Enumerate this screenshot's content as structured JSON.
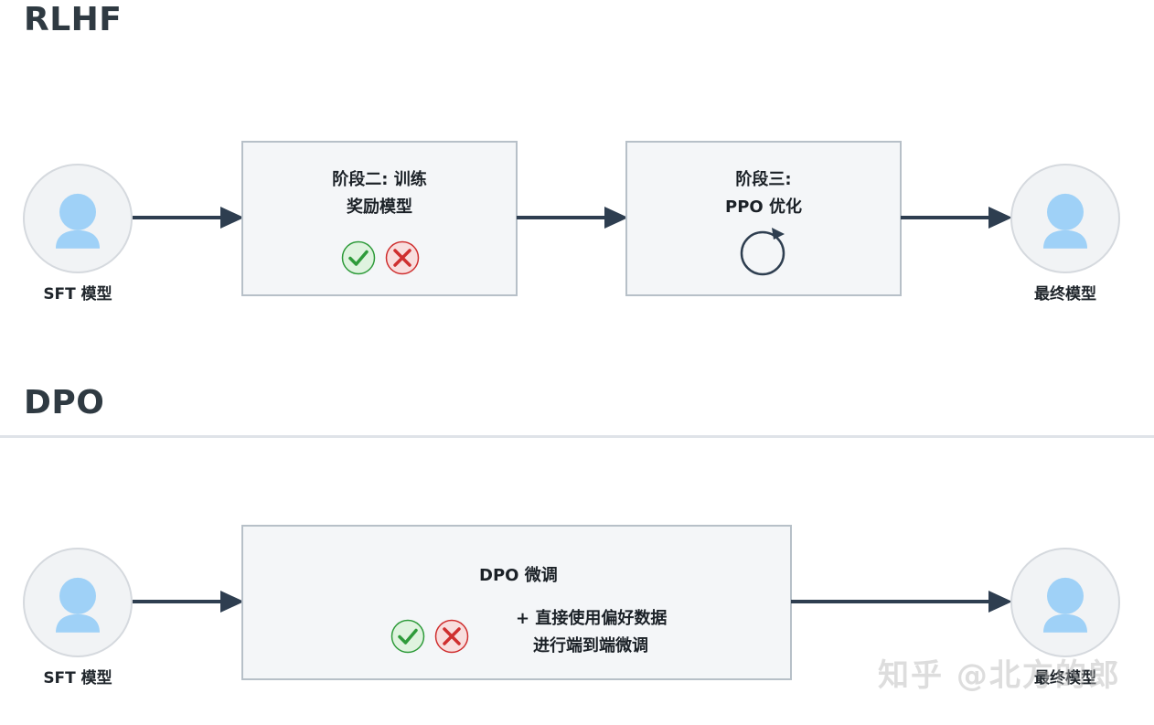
{
  "rlhf": {
    "title": "RLHF",
    "start_label": "SFT 模型",
    "stage_two": {
      "line1": "阶段二: 训练",
      "line2": "奖励模型"
    },
    "stage_three": {
      "line1": "阶段三:",
      "line2": "PPO 优化"
    },
    "end_label": "最终模型"
  },
  "dpo": {
    "title": "DPO",
    "start_label": "SFT 模型",
    "stage": {
      "title": "DPO 微调",
      "note_line1": "+ 直接使用偏好数据",
      "note_line2": "进行端到端微调"
    },
    "end_label": "最终模型"
  },
  "watermark": "知乎 @北方的郎",
  "colors": {
    "arrow": "#2e3e50",
    "node_fill": "#f1f3f5",
    "node_border": "#d5d9de",
    "avatar": "#9fd1f7",
    "box_fill": "#f4f6f8",
    "box_border": "#b7c0c8",
    "check_fill": "#dff3df",
    "check_stroke": "#2e9b3a",
    "cross_fill": "#f8dede",
    "cross_stroke": "#cf2f2f"
  },
  "icons": {
    "avatar": "user-icon",
    "accept": "check-icon",
    "reject": "cross-icon",
    "ppo": "cycle-icon"
  }
}
